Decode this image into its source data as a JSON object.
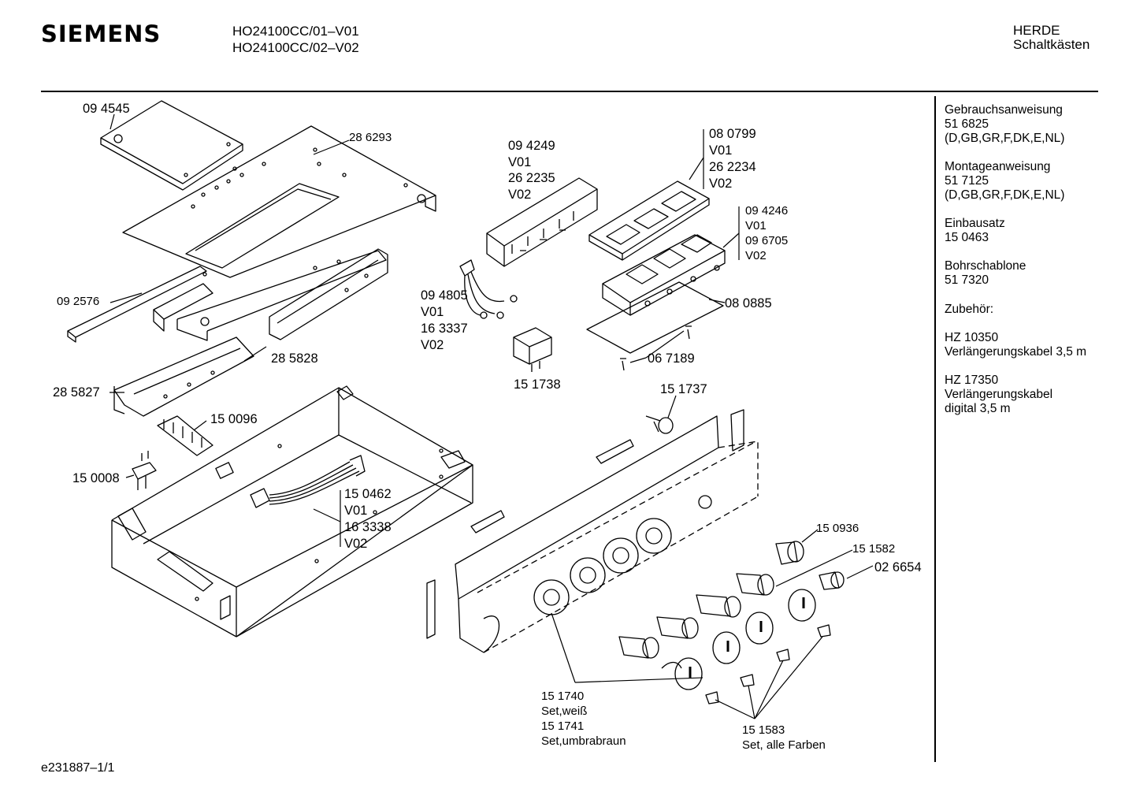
{
  "header": {
    "brand": "SIEMENS",
    "models": [
      "HO24100CC/01–V01",
      "HO24100CC/02–V02"
    ],
    "category": [
      "HERDE",
      "Schaltkästen"
    ]
  },
  "sidebar": {
    "sections": [
      {
        "title": "Gebrauchsanweisung",
        "lines": [
          "51 6825",
          "(D,GB,GR,F,DK,E,NL)"
        ]
      },
      {
        "title": "Montageanweisung",
        "lines": [
          "51 7125",
          "(D,GB,GR,F,DK,E,NL)"
        ]
      },
      {
        "title": "Einbausatz",
        "lines": [
          "15 0463"
        ]
      },
      {
        "title": "Bohrschablone",
        "lines": [
          "51 7320"
        ]
      },
      {
        "title": "Zubehör:",
        "lines": []
      },
      {
        "title": "HZ 10350",
        "lines": [
          "Verlängerungskabel 3,5 m"
        ]
      },
      {
        "title": "HZ 17350",
        "lines": [
          "Verlängerungskabel",
          "digital 3,5 m"
        ]
      }
    ]
  },
  "parts": {
    "p094545": "09 4545",
    "p286293": "28 6293",
    "p092576": "09 2576",
    "p285828": "28 5828",
    "p285827": "28 5827",
    "p150096": "15 0096",
    "p150008": "15 0008",
    "p150462": [
      "15 0462",
      "V01",
      "16 3338",
      "V02"
    ],
    "p094249": [
      "09 4249",
      "V01",
      "26 2235",
      "V02"
    ],
    "p080799": [
      "08 0799",
      "V01",
      "26 2234",
      "V02"
    ],
    "p094246": [
      "09 4246",
      "V01",
      "09 6705",
      "V02"
    ],
    "p094805": [
      "09 4805",
      "V01",
      "16 3337",
      "V02"
    ],
    "p080885": "08 0885",
    "p067189": "06 7189",
    "p151738": "15 1738",
    "p151737": "15 1737",
    "p150936": "15 0936",
    "p151582": "15 1582",
    "p026654": "02 6654",
    "p151740": [
      "15 1740",
      "Set,weiß",
      "15 1741",
      "Set,umbrabraun"
    ],
    "p151583": [
      "15 1583",
      "Set, alle Farben"
    ]
  },
  "footer": {
    "code": "e231887–1/1"
  }
}
